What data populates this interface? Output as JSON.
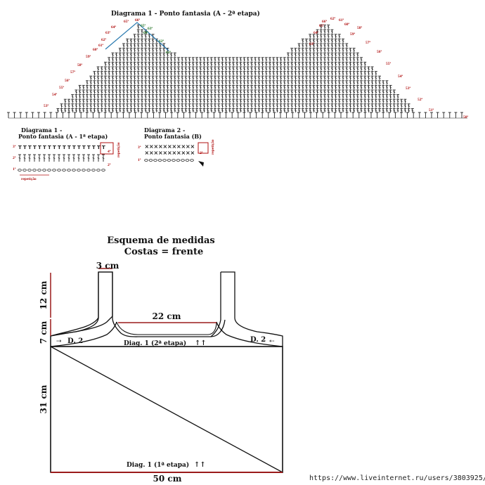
{
  "diagrams": {
    "d1_stage2": {
      "title": "Diagrama 1 - Ponto  fantasia (A - 2ª etapa)",
      "left_rows": [
        "53ª",
        "54ª",
        "55ª",
        "56ª",
        "57ª",
        "58ª",
        "59ª",
        "60ª",
        "61ª",
        "62ª",
        "63ª",
        "64ª",
        "65ª",
        "66ª"
      ],
      "left_inner_rows": [
        "61ª",
        "62ª",
        "63ª",
        "64ª",
        "65ª"
      ],
      "right_rows": [
        "50ª",
        "51ª",
        "52ª",
        "53ª",
        "54ª",
        "55ª",
        "56ª",
        "57ª",
        "58ª",
        "59ª",
        "60ª",
        "61ª",
        "62ª",
        "63ª",
        "64ª",
        "65ª",
        "66ª"
      ],
      "base_row": "50ª",
      "colors": {
        "row_label": "#b01010",
        "inner_label": "#1a6e1a",
        "inner_edge": "#2a7ab0"
      }
    },
    "d1_stage1": {
      "title_line1": "Diagrama 1 -",
      "title_line2": "Ponto  fantasia (A - 1ª etapa)",
      "rows": [
        "3ª",
        "2ª",
        "1ª"
      ],
      "right_rows": [
        "4ª",
        "2ª"
      ],
      "repeat_side": "repetição",
      "repeat_bottom": "repetição"
    },
    "d2": {
      "title_line1": "Diagrama 2 -",
      "title_line2": "Ponto fantasia (B)",
      "rows": [
        "3ª",
        "1ª"
      ],
      "right_row": "2ª",
      "repeat_side": "repetição"
    }
  },
  "schema": {
    "title_line1": "Esquema de medidas",
    "title_line2": "Costas = frente",
    "strap_width": "3 cm",
    "strap_height": "12 cm",
    "neck_width": "22 cm",
    "armhole_height": "7 cm",
    "body_height": "31 cm",
    "body_width": "50 cm",
    "d2_label": "D. 2",
    "diag_upper": "Diag. 1 (2ª etapa)",
    "diag_lower": "Diag. 1 (1ª etapa)",
    "arrows": "↑↑",
    "colors": {
      "measure_line": "#9a1b1b",
      "arrow": "#c01010",
      "outline": "#111111"
    }
  },
  "watermark": "https://www.liveinternet.ru/users/3803925/"
}
